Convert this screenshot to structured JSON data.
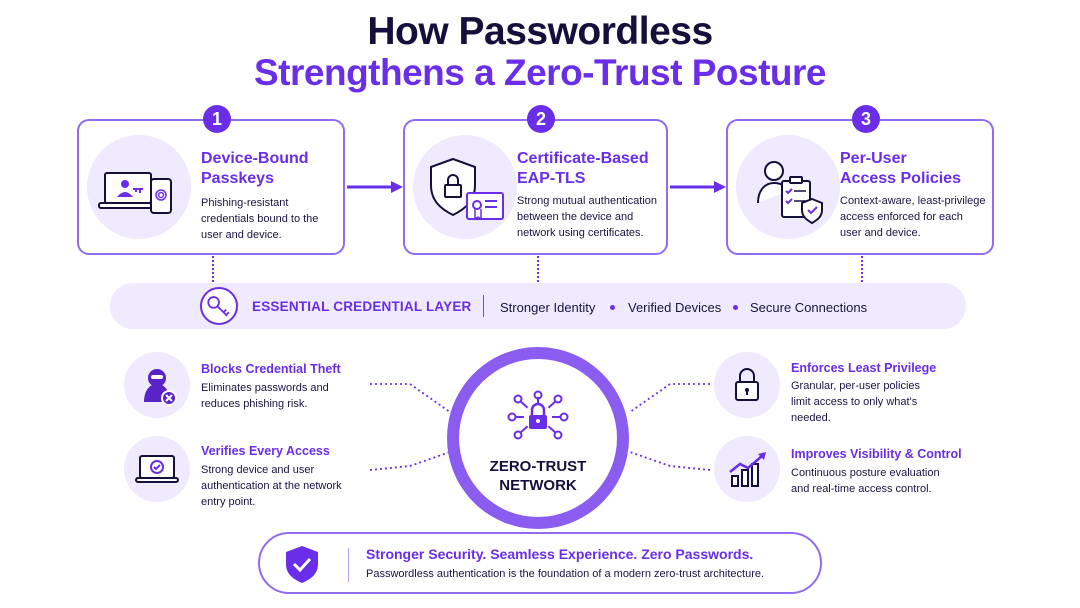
{
  "title": {
    "line1": "How Passwordless",
    "line2": "Strengthens a Zero-Trust Posture"
  },
  "steps": [
    {
      "num": "1",
      "title_line1": "Device-Bound",
      "title_line2": "Passkeys",
      "desc_line1": "Phishing-resistant",
      "desc_line2": "credentials bound to the",
      "desc_line3": "user and device.",
      "icon": "laptop-phone-passkey-icon"
    },
    {
      "num": "2",
      "title_line1": "Certificate-Based",
      "title_line2": "EAP-TLS",
      "desc_line1": "Strong mutual authentication",
      "desc_line2": "between the device and",
      "desc_line3": "network using certificates.",
      "icon": "shield-certificate-icon"
    },
    {
      "num": "3",
      "title_line1": "Per-User",
      "title_line2": "Access Policies",
      "desc_line1": "Context-aware, least-privilege",
      "desc_line2": "access enforced for each",
      "desc_line3": "user and device.",
      "icon": "user-policy-checklist-icon"
    }
  ],
  "layer": {
    "title": "ESSENTIAL CREDENTIAL LAYER",
    "items": [
      "Stronger Identity",
      "Verified Devices",
      "Secure Connections"
    ],
    "icon": "key-icon"
  },
  "features_left": [
    {
      "title": "Blocks Credential Theft",
      "desc_line1": "Eliminates passwords and",
      "desc_line2": "reduces phishing risk.",
      "desc_line3": "",
      "icon": "hacker-blocked-icon"
    },
    {
      "title": "Verifies Every Access",
      "desc_line1": "Strong device and user",
      "desc_line2": "authentication at the network",
      "desc_line3": "entry point.",
      "icon": "laptop-check-icon"
    }
  ],
  "features_right": [
    {
      "title": "Enforces Least Privilege",
      "desc_line1": "Granular, per-user policies",
      "desc_line2": "limit access to only what's",
      "desc_line3": "needed.",
      "icon": "lock-icon"
    },
    {
      "title": "Improves Visibility & Control",
      "desc_line1": "Continuous posture evaluation",
      "desc_line2": "and real-time access control.",
      "desc_line3": "",
      "icon": "growth-chart-icon"
    }
  ],
  "hub": {
    "line1": "ZERO-TRUST",
    "line2": "NETWORK",
    "icon": "network-lock-icon"
  },
  "bottom": {
    "title": "Stronger Security. Seamless Experience. Zero Passwords.",
    "desc": "Passwordless authentication is the foundation of a modern zero-trust architecture.",
    "icon": "shield-check-icon"
  },
  "colors": {
    "accent": "#6a2ee8",
    "accent_light": "#efeafd",
    "border": "#8f6cf0",
    "dark": "#15103b"
  }
}
